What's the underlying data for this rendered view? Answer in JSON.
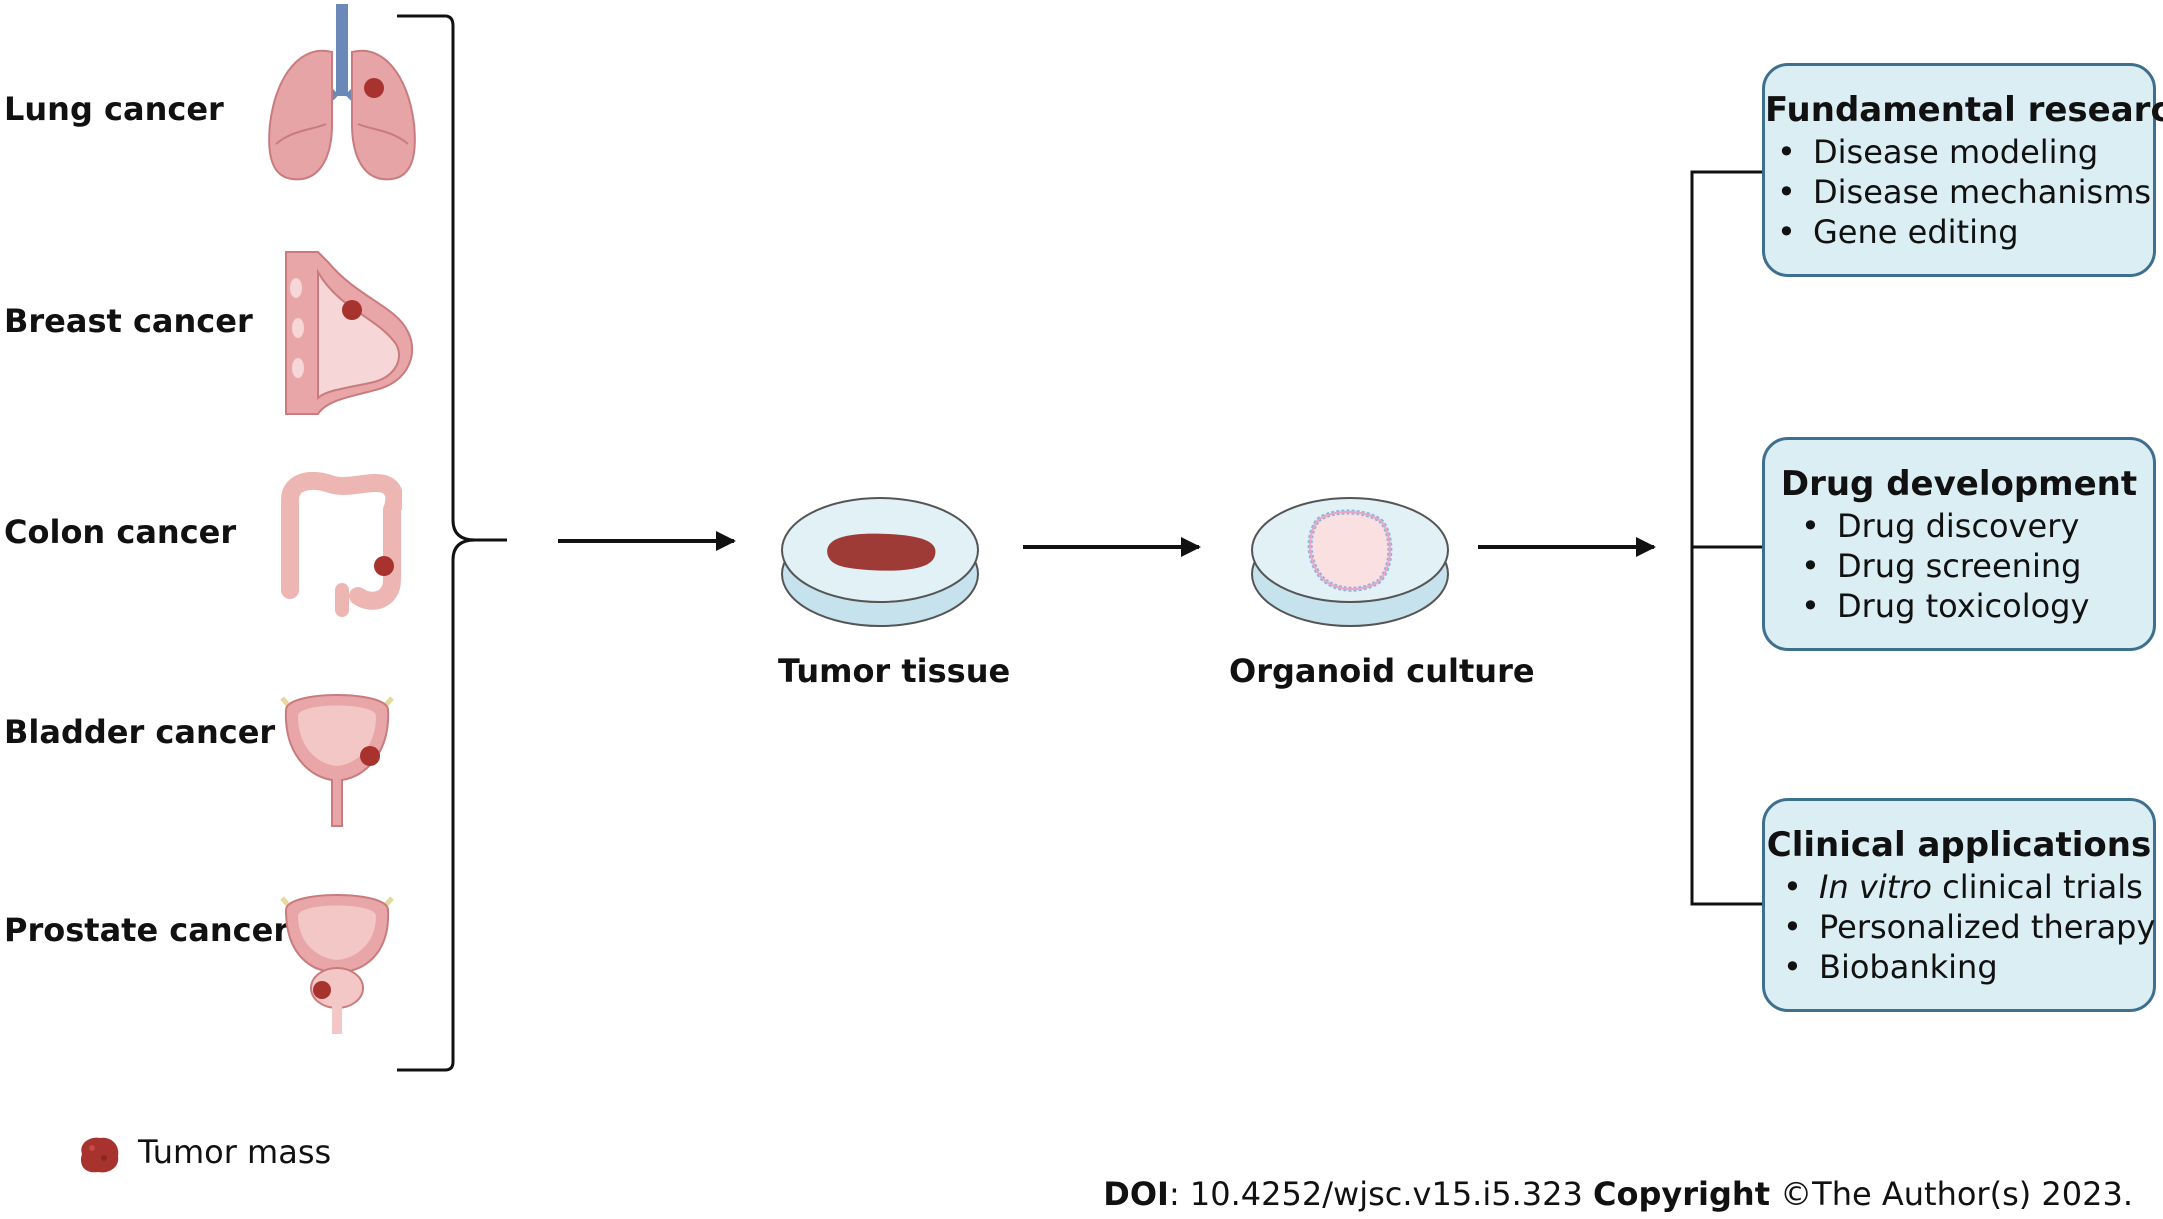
{
  "cancers": [
    {
      "label": "Lung cancer"
    },
    {
      "label": "Breast cancer"
    },
    {
      "label": "Colon cancer"
    },
    {
      "label": "Bladder cancer"
    },
    {
      "label": "Prostate cancer"
    }
  ],
  "steps": {
    "tumor_tissue": "Tumor tissue",
    "organoid_culture": "Organoid culture"
  },
  "applications": [
    {
      "title": "Fundamental research",
      "items": [
        "Disease modeling",
        "Disease mechanisms",
        "Gene editing"
      ]
    },
    {
      "title": "Drug development",
      "items": [
        "Drug discovery",
        "Drug screening",
        "Drug toxicology"
      ]
    },
    {
      "title": "Clinical applications",
      "items": [
        "clinical trials",
        "Personalized therapy",
        "Biobanking"
      ],
      "first_item_italic_prefix": "In vitro"
    }
  ],
  "legend": {
    "label": "Tumor mass"
  },
  "footer": {
    "doi_label": "DOI",
    "doi_value": ": 10.4252/wjsc.v15.i5.323 ",
    "copyright_label": "Copyright",
    "copyright_value": " ©The Author(s) 2023."
  },
  "colors": {
    "tumor": "#a8332e",
    "organ_pink": "#e9a6a8",
    "box_fill": "#dbeef3",
    "box_border": "#3d6f8e",
    "dish": "#d6ecf3"
  }
}
